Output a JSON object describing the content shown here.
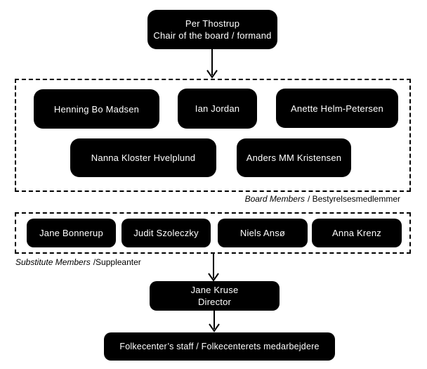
{
  "org_chart": {
    "chair": {
      "name": "Per Thostrup",
      "title": "Chair of the board / formand"
    },
    "board": {
      "members": [
        "Henning Bo Madsen",
        "Ian Jordan",
        "Anette Helm-Petersen",
        "Nanna Kloster Hvelplund",
        "Anders MM Kristensen"
      ],
      "label": {
        "en": "Board Members",
        "da": "/ Bestyrelsesmedlemmer"
      }
    },
    "substitutes": {
      "members": [
        "Jane Bonnerup",
        "Judit Szoleczky",
        "Niels Ansø",
        "Anna Krenz"
      ],
      "label": {
        "en": "Substitute Members",
        "da": "/Suppleanter"
      }
    },
    "director": {
      "name": "Jane Kruse",
      "title": "Director"
    },
    "staff": {
      "label": "Folkecenter’s staff / Folkecenterets medarbejdere"
    }
  },
  "colors": {
    "node_bg": "#000000",
    "node_text": "#ffffff",
    "dashed_border": "#000000",
    "arrow": "#000000",
    "background": "#ffffff"
  }
}
